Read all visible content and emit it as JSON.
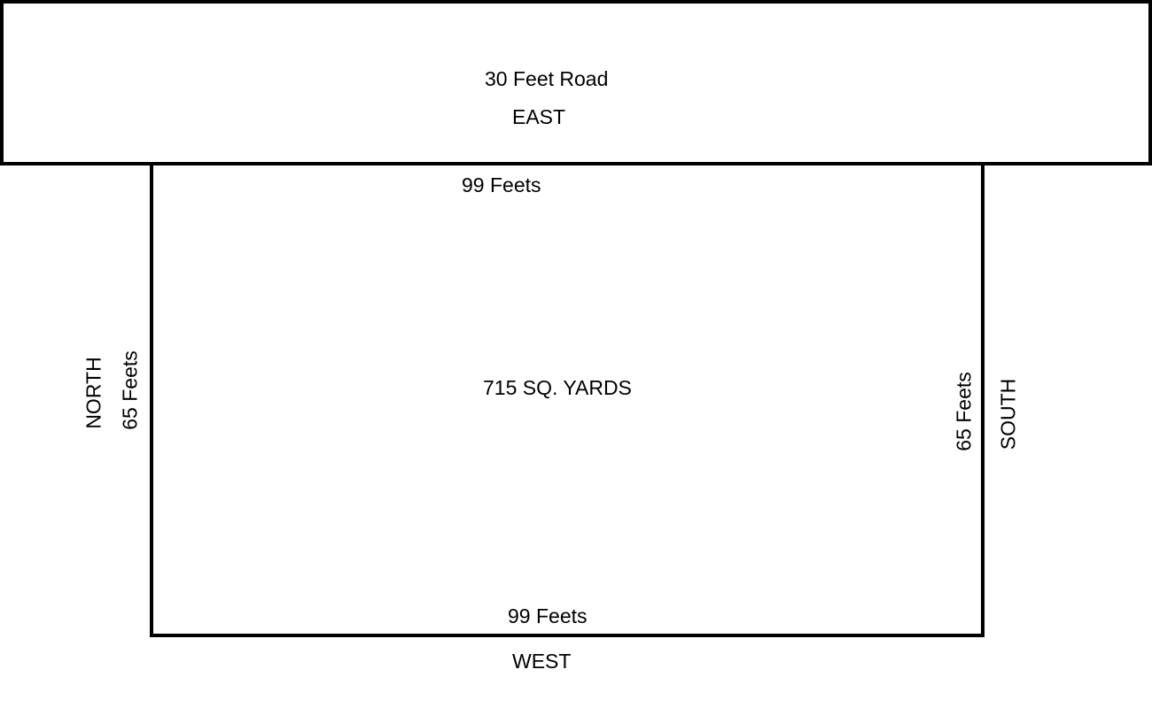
{
  "road": {
    "name": "30 Feet Road",
    "direction": "EAST"
  },
  "plot": {
    "area": "715 SQ. YARDS",
    "top_side": "99 Feets",
    "bottom_side": "99 Feets",
    "left_side": "65 Feets",
    "right_side": "65 Feets"
  },
  "directions": {
    "west": "WEST",
    "north": "NORTH",
    "south": "SOUTH"
  },
  "colors": {
    "line": "#000000",
    "background": "#ffffff"
  }
}
